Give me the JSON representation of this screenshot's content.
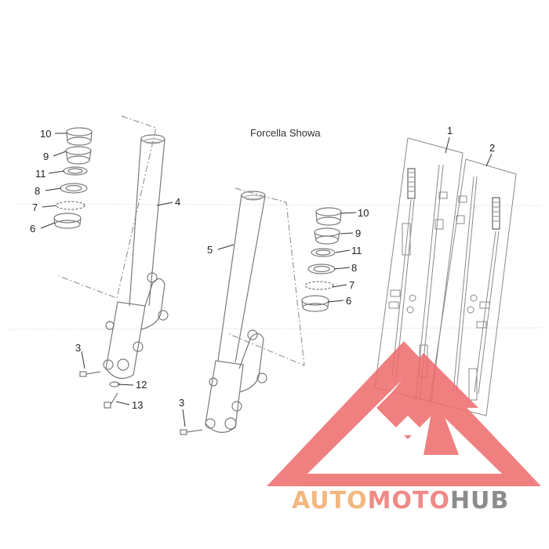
{
  "diagram": {
    "title": "Forcella Showa",
    "left_assembly_labels": {
      "p10": "10",
      "p9": "9",
      "p11": "11",
      "p8": "8",
      "p7": "7",
      "p6": "6",
      "p4": "4",
      "p3": "3",
      "p12": "12",
      "p13": "13"
    },
    "center_assembly_labels": {
      "p5": "5",
      "p3": "3",
      "p10": "10",
      "p9": "9",
      "p11": "11",
      "p8": "8",
      "p7": "7",
      "p6": "6"
    },
    "right_assembly_labels": {
      "p1": "1",
      "p2": "2"
    }
  },
  "watermark": {
    "part1": "AUTO",
    "part2": "MOTO",
    "part3": "HUB",
    "colors": {
      "auto": "#f2b880",
      "moto": "#ef8a86",
      "hub": "#8c8c8c",
      "logo": "#ee6b6b"
    }
  }
}
